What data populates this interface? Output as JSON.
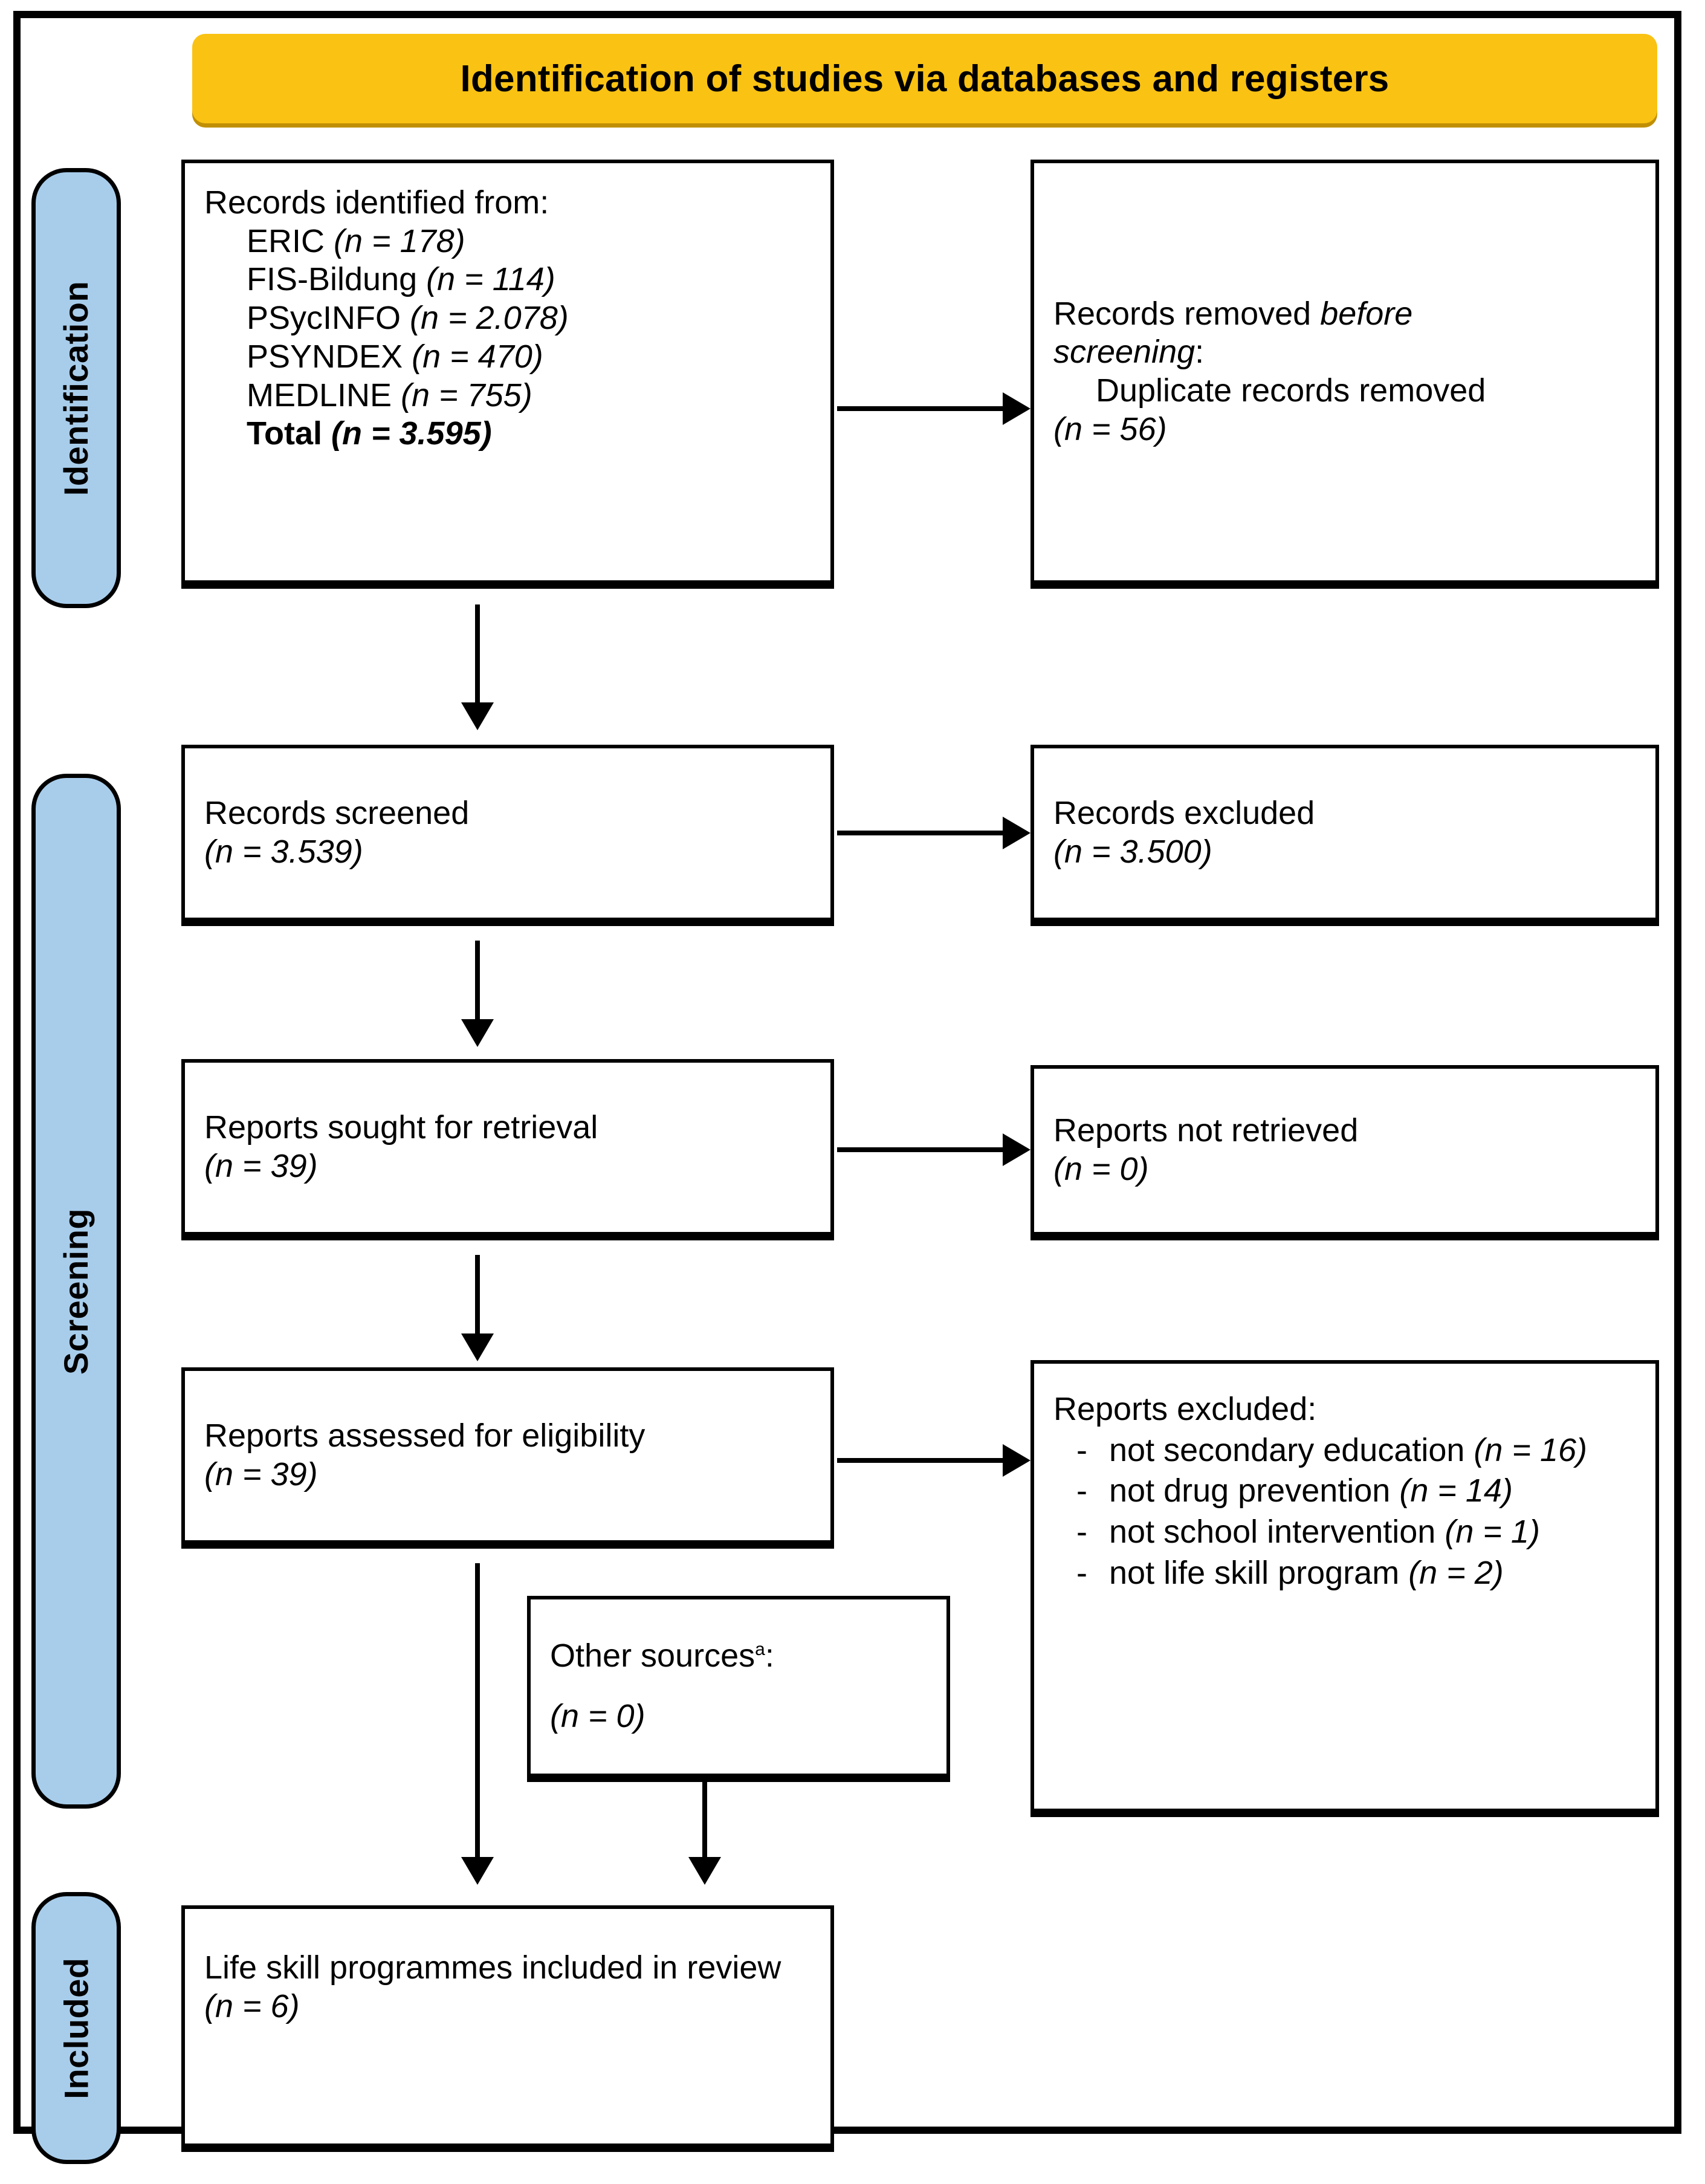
{
  "header": {
    "title": "Identification of studies via databases and registers"
  },
  "stages": [
    {
      "label": "Identification"
    },
    {
      "label": "Screening"
    },
    {
      "label": "Included"
    }
  ],
  "boxes": {
    "identified": {
      "title": "Records identified from:",
      "sources": [
        {
          "name": "ERIC",
          "count": "(n = 178)"
        },
        {
          "name": "FIS-Bildung",
          "count": "(n = 114)"
        },
        {
          "name": "PSycINFO",
          "count": "(n = 2.078)"
        },
        {
          "name": "PSYNDEX",
          "count": "(n = 470)"
        },
        {
          "name": "MEDLINE",
          "count": "(n = 755)"
        }
      ],
      "total_label": "Total",
      "total_count": "(n = 3.595)"
    },
    "removed": {
      "line1_plain": "Records removed ",
      "line1_italic": "before",
      "line2_italic": "screening",
      "line2_colon": ":",
      "detail": "Duplicate records removed",
      "detail_count": "(n = 56)"
    },
    "screened": {
      "title": "Records screened",
      "count": "(n = 3.539)"
    },
    "excluded_records": {
      "title": "Records excluded",
      "count": "(n = 3.500)"
    },
    "sought": {
      "title": "Reports sought for retrieval",
      "count": "(n = 39)"
    },
    "not_retrieved": {
      "title": "Reports not retrieved",
      "count": "(n = 0)"
    },
    "assessed": {
      "title": "Reports assessed for eligibility",
      "count": "(n = 39)"
    },
    "reports_excluded": {
      "title": "Reports excluded:",
      "bullet": "-",
      "reasons": [
        {
          "text": "not secondary education ",
          "count": "(n = 16)"
        },
        {
          "text": "not drug prevention ",
          "count": "(n = 14)"
        },
        {
          "text": "not school intervention ",
          "count": "(n = 1)"
        },
        {
          "text": "not life skill program ",
          "count": "(n = 2)"
        }
      ]
    },
    "other_sources": {
      "title": "Other sources",
      "superscript": "a",
      "colon": ":",
      "count": "(n = 0)"
    },
    "included": {
      "title": "Life skill programmes included in review",
      "count": "(n = 6)"
    }
  },
  "colors": {
    "header_fill": "#fac213",
    "header_shadow": "#c08f05",
    "stage_fill": "#a8cdeb",
    "stroke": "#000000"
  }
}
